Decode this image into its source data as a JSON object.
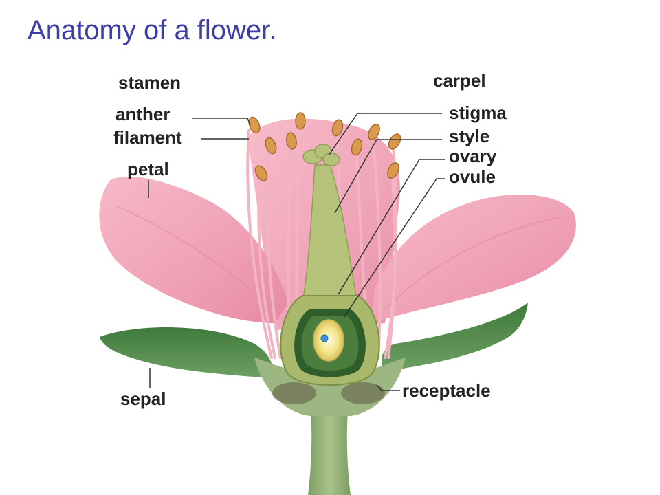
{
  "title": "Anatomy of a flower.",
  "groups": {
    "stamen": "stamen",
    "carpel": "carpel"
  },
  "labels": {
    "anther": "anther",
    "filament": "filament",
    "petal": "petal",
    "sepal": "sepal",
    "stigma": "stigma",
    "style": "style",
    "ovary": "ovary",
    "ovule": "ovule",
    "receptacle": "receptacle"
  },
  "colors": {
    "title": "#3d3da8",
    "petal": "#f0a7b8",
    "sepal": "#4f8a4a",
    "stem": "#8fae72",
    "carpel": "#a9b86a",
    "anther": "#d99a4e"
  }
}
